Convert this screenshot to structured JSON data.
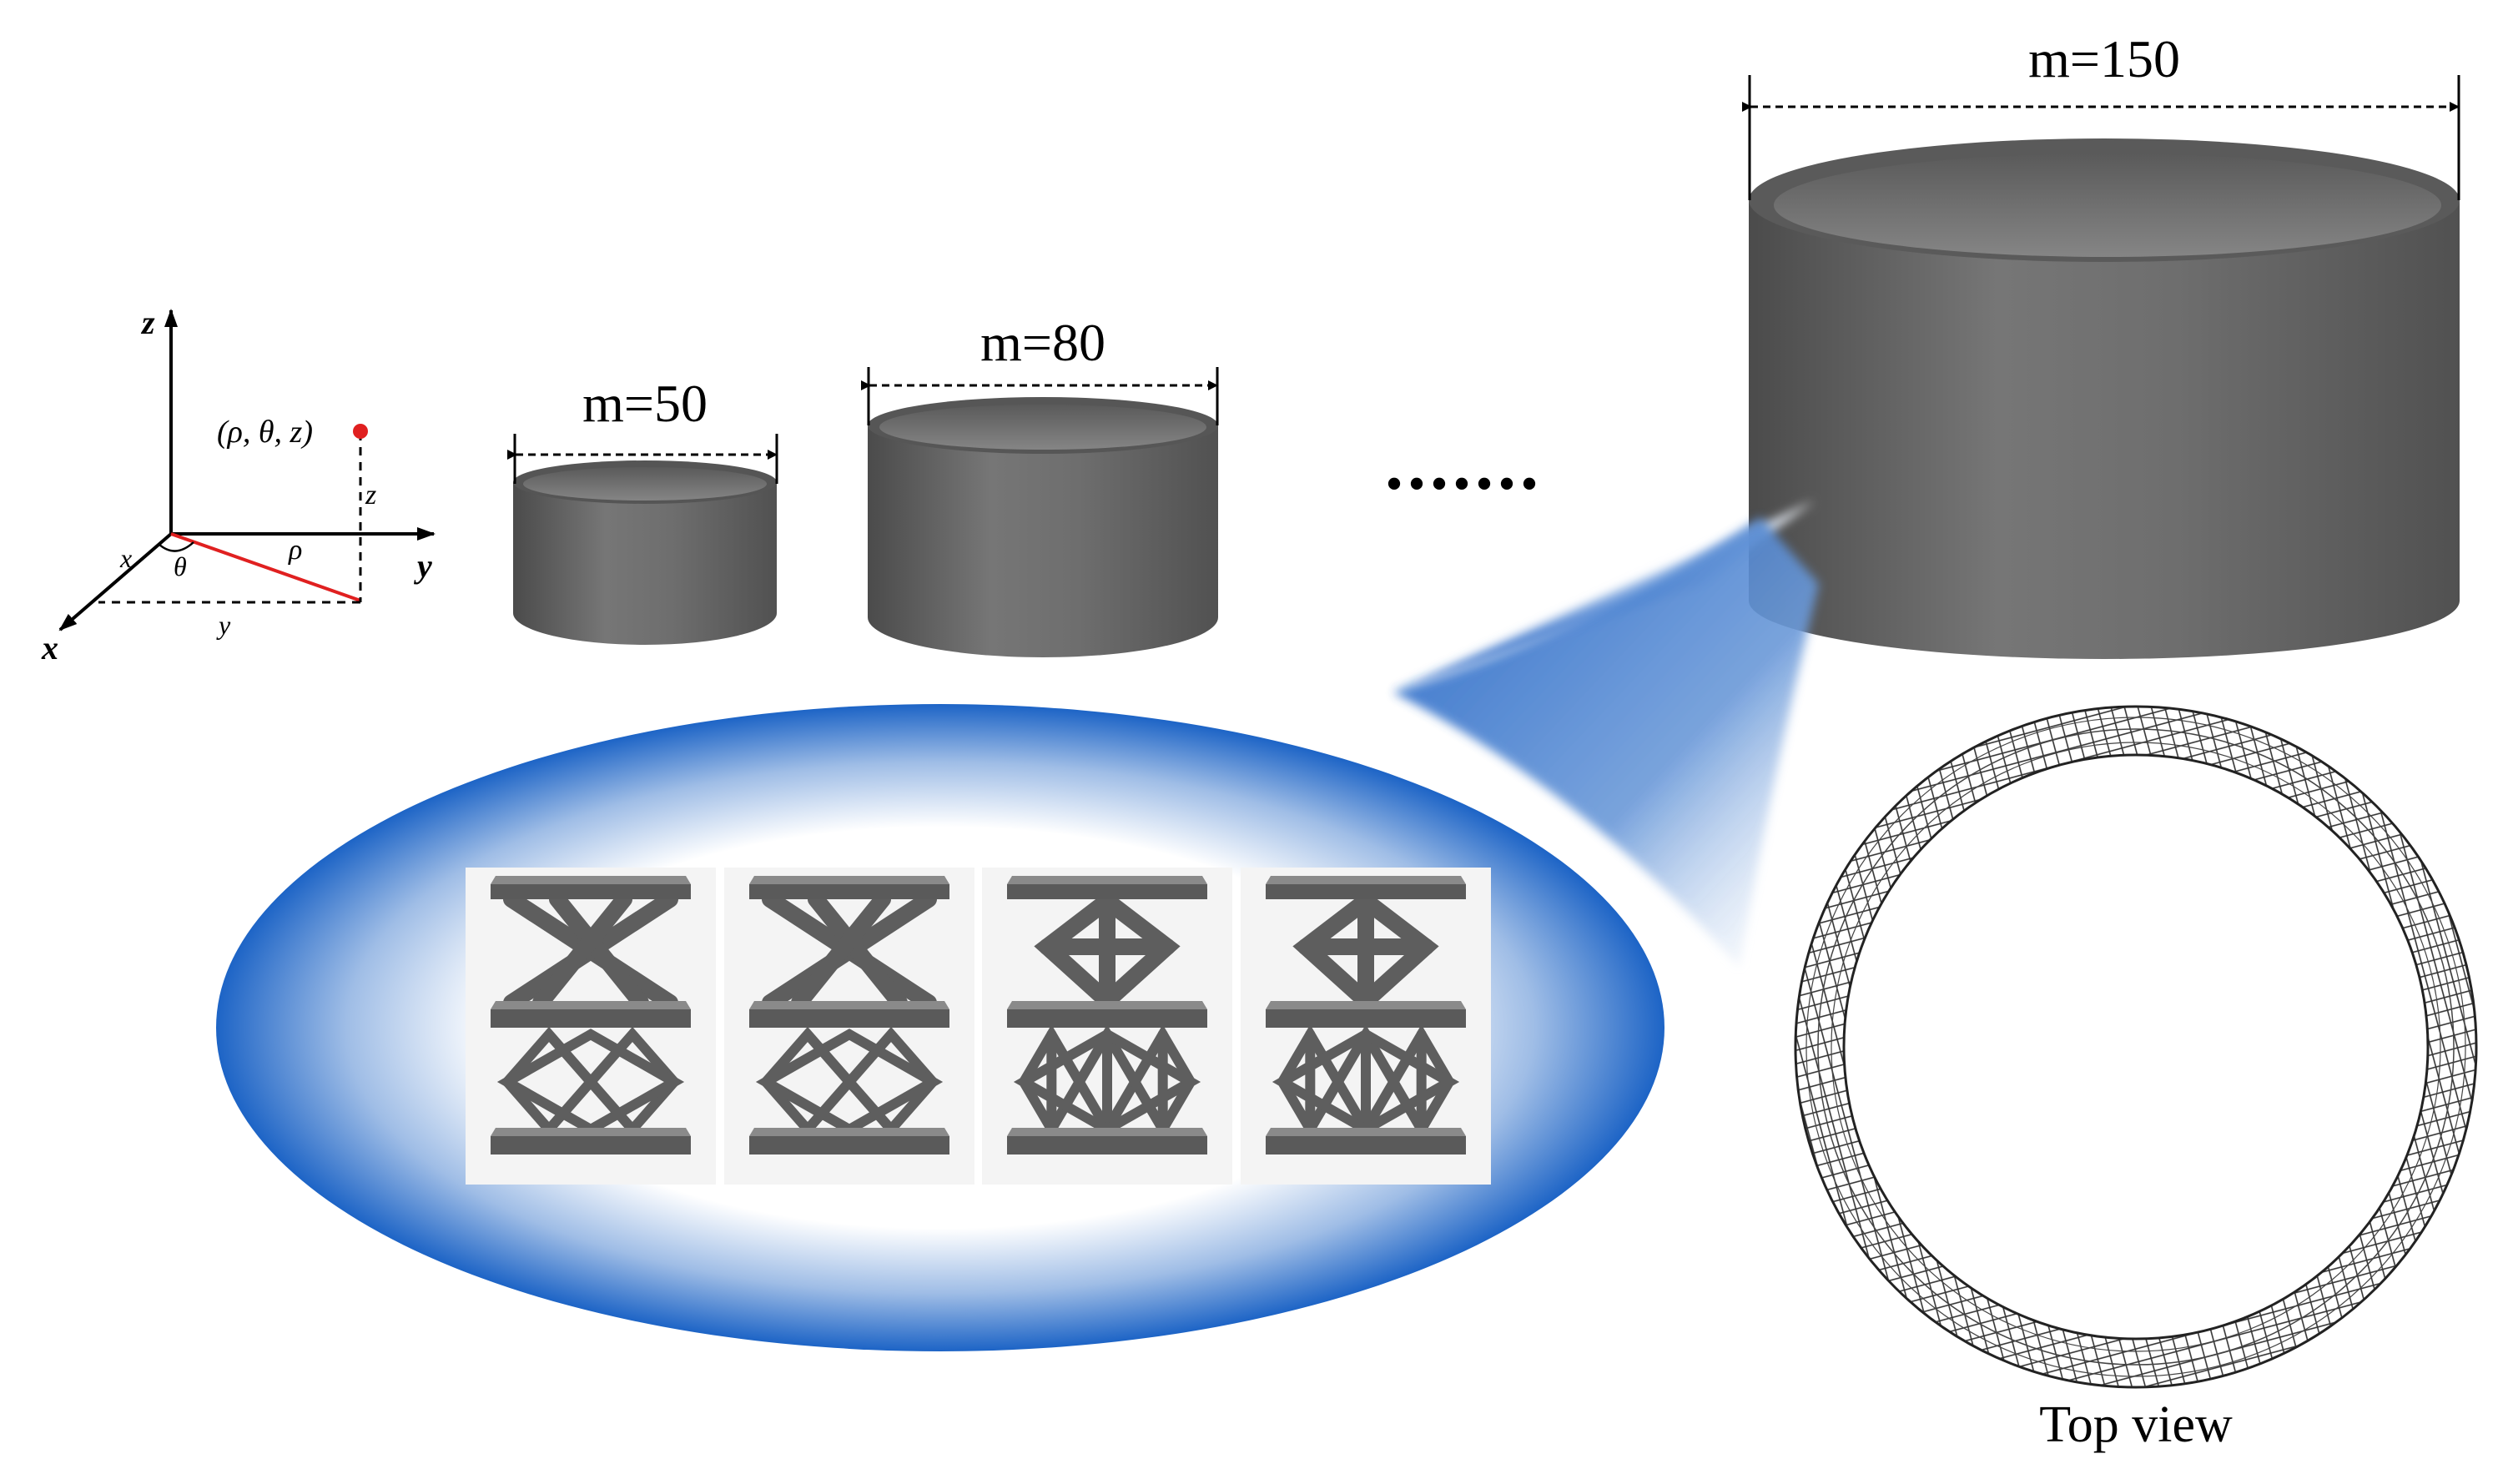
{
  "labels": {
    "m50": "m=50",
    "m80": "m=80",
    "m150": "m=150",
    "top_view": "Top view",
    "ellipsis": "•••••••"
  },
  "coordinate_system": {
    "point_label": "(ρ, θ, z)",
    "axis_x": "x",
    "axis_y": "y",
    "axis_z": "z",
    "proj_x": "x",
    "proj_y": "y",
    "proj_z": "z",
    "theta": "θ",
    "rho": "ρ"
  },
  "colors": {
    "cylinder_body": "#6b6b6b",
    "cylinder_dark": "#4a4a4a",
    "cylinder_light": "#8a8a8a",
    "accent_blue": "#1a63c4",
    "rho_line": "#e02020",
    "point": "#e02020",
    "lattice": "#5e5e5e",
    "plate": "#747474"
  },
  "icons": {
    "coordinate_axes": "cartesian-cylindrical-axes-icon",
    "lattice_cell": "strut-lattice-cell-icon"
  }
}
